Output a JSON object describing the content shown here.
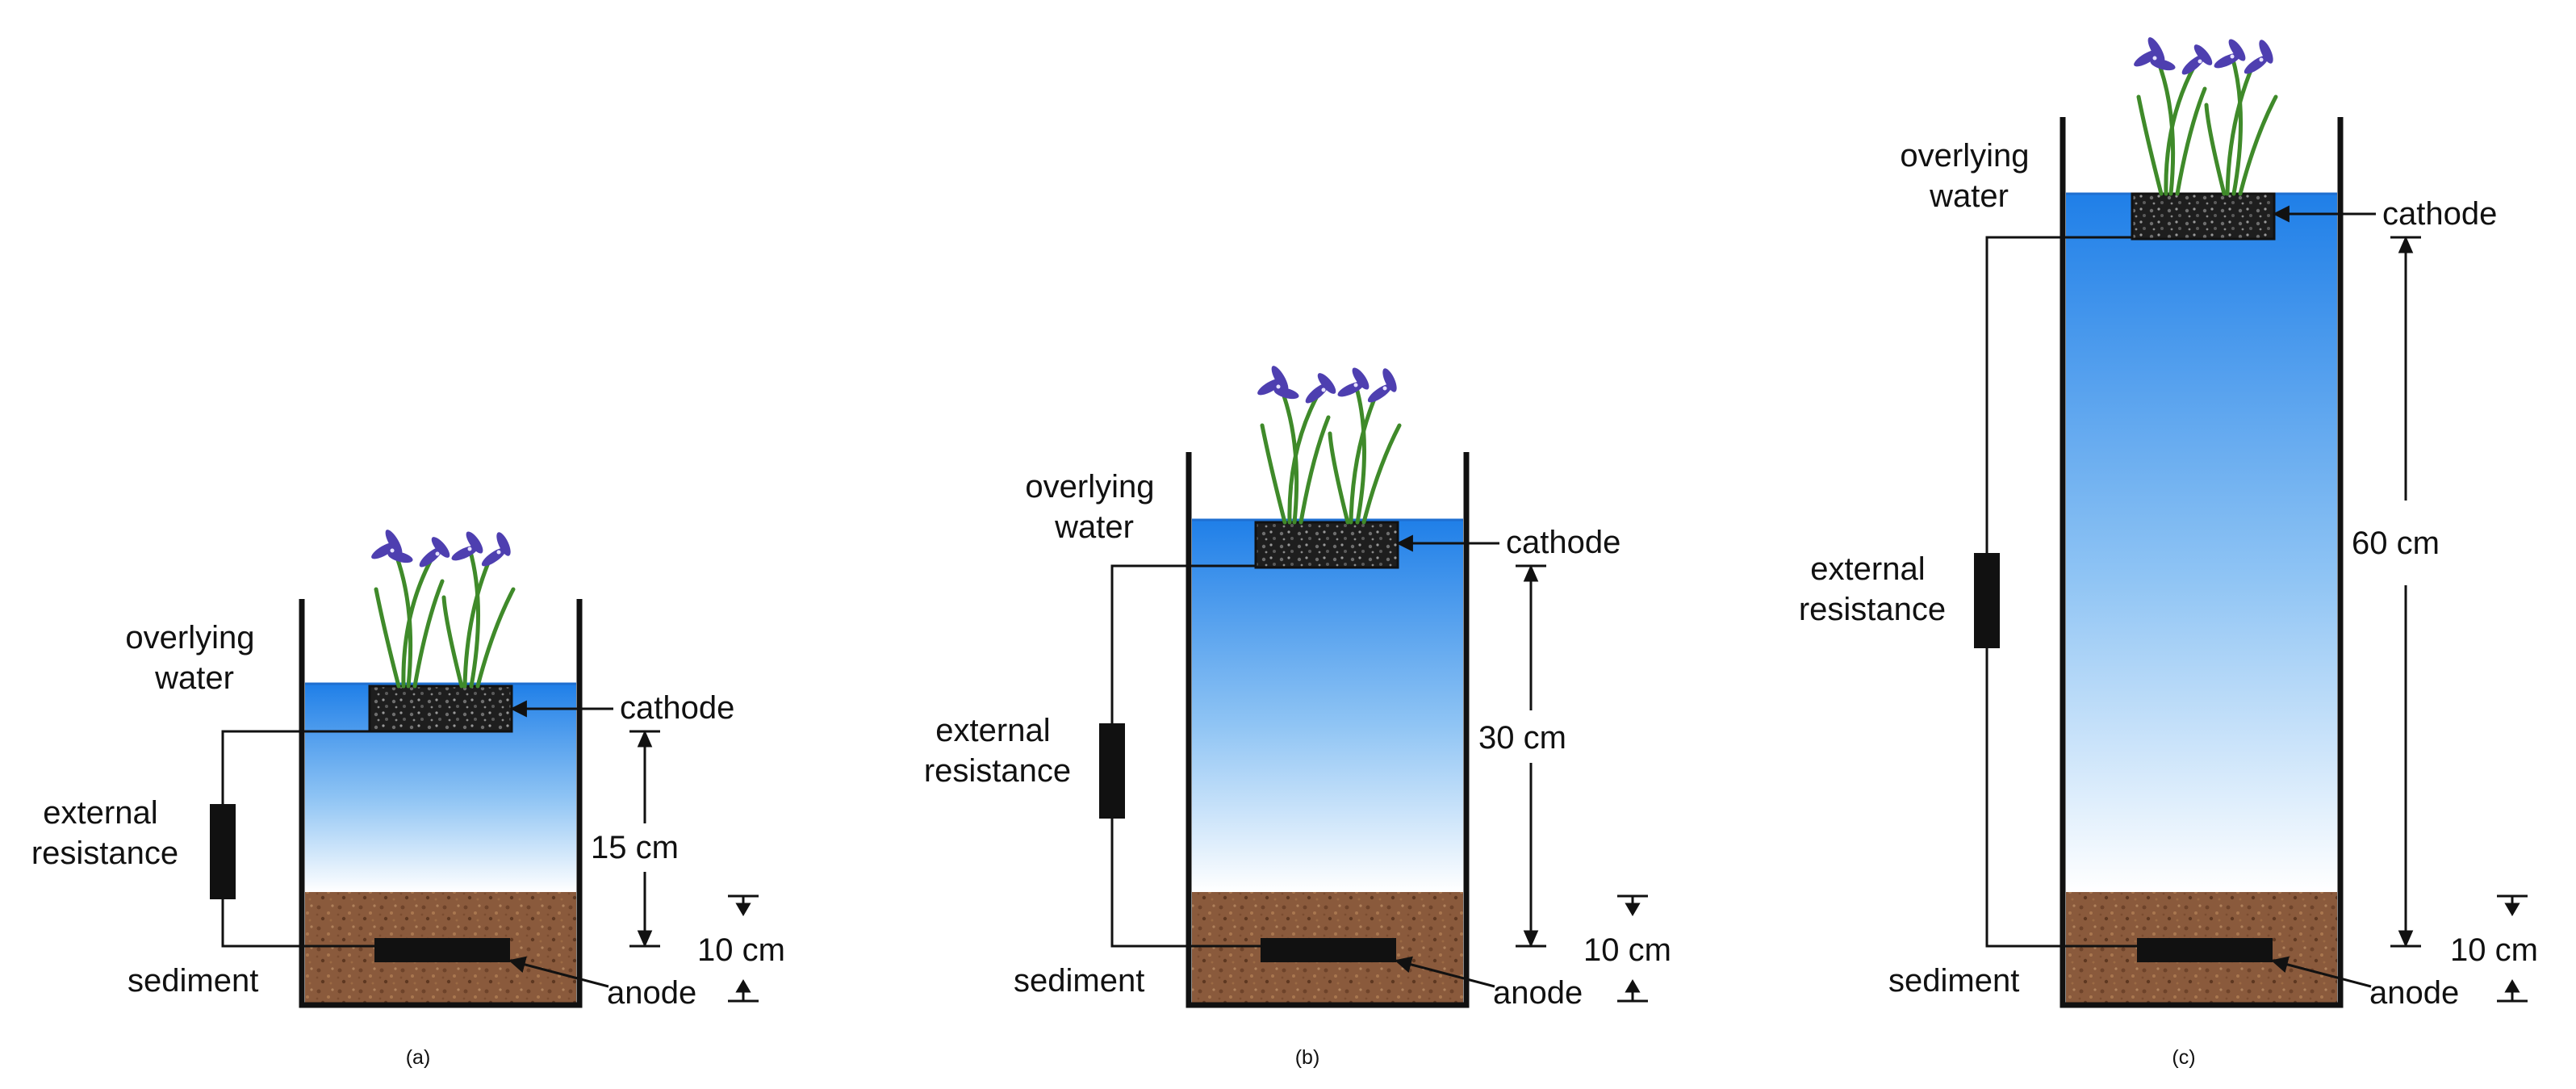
{
  "colors": {
    "water_top": "#1f7fe8",
    "water_bottom": "#ffffff",
    "sediment": "#8a5a3c",
    "electrode": "#111111",
    "petal": "#4e3fb0",
    "leaf": "#3f8a2a"
  },
  "icons": {
    "plant": "iris-plant-icon",
    "cathode": "porous-carbon-electrode-icon",
    "anode": "carbon-rod-electrode-icon",
    "resistor": "resistor-icon"
  },
  "panels": [
    {
      "caption": "(a)",
      "overlying_line1": "overlying",
      "overlying_line2": "water",
      "cathode_label": "cathode",
      "resistance_line1": "external",
      "resistance_line2": "resistance",
      "sediment_label": "sediment",
      "anode_label": "anode",
      "water_depth_label": "15 cm",
      "sediment_depth_label": "10 cm"
    },
    {
      "caption": "(b)",
      "overlying_line1": "overlying",
      "overlying_line2": "water",
      "cathode_label": "cathode",
      "resistance_line1": "external",
      "resistance_line2": "resistance",
      "sediment_label": "sediment",
      "anode_label": "anode",
      "water_depth_label": "30 cm",
      "sediment_depth_label": "10 cm"
    },
    {
      "caption": "(c)",
      "overlying_line1": "overlying",
      "overlying_line2": "water",
      "cathode_label": "cathode",
      "resistance_line1": "external",
      "resistance_line2": "resistance",
      "sediment_label": "sediment",
      "anode_label": "anode",
      "water_depth_label": "60 cm",
      "sediment_depth_label": "10 cm"
    }
  ]
}
